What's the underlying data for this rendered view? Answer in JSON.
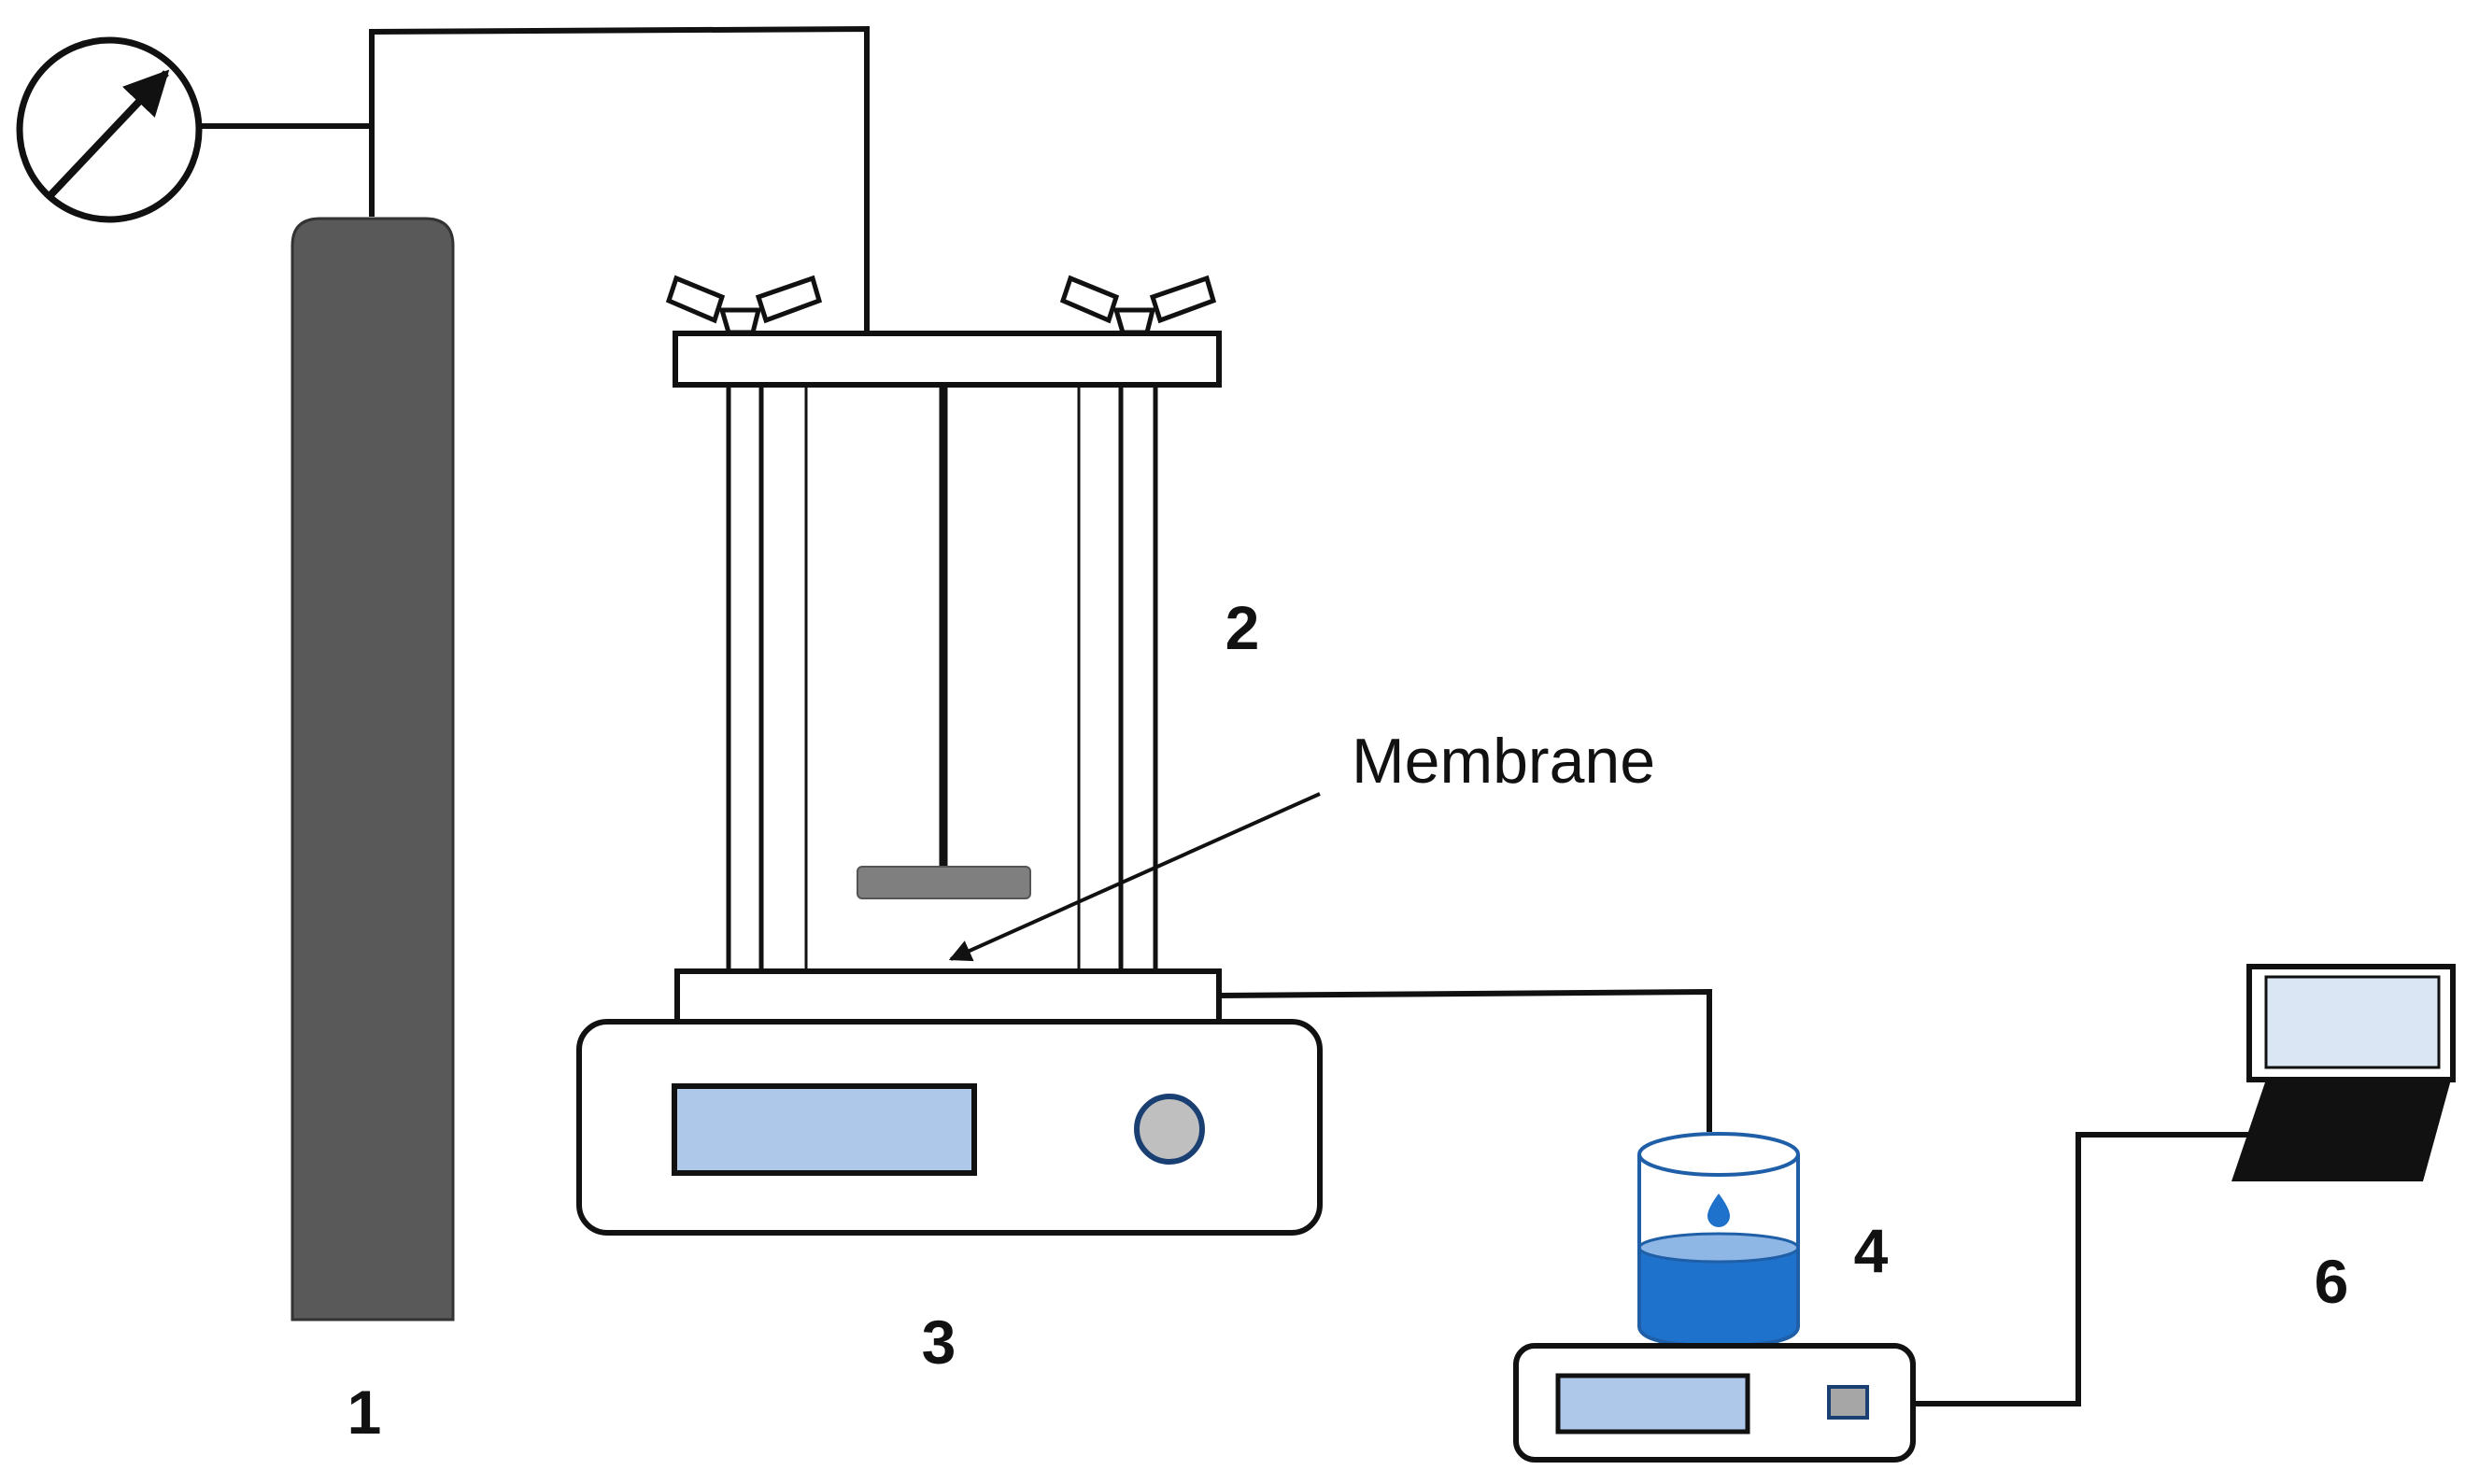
{
  "labels": {
    "gas_cylinder": "1",
    "filtration_cell": "2",
    "magnetic_stirrer": "3",
    "balance": "4",
    "computer": "6",
    "membrane": "Membrane"
  },
  "colors": {
    "line": "#111111",
    "cylinder": "#595959",
    "panel": "#aec8ea",
    "knob": "#bfbfbf",
    "water": "#1f72cc",
    "water_surface": "#8fb7e6",
    "beaker_outline": "#1f5fa8",
    "membrane": "#7f7f7f",
    "screen": "#dbe6f5",
    "laptop_base": "#111111",
    "balance_button": "#a6a6a6"
  },
  "icons": [
    "pressure-gauge-icon",
    "water-drop-icon",
    "laptop-icon"
  ]
}
